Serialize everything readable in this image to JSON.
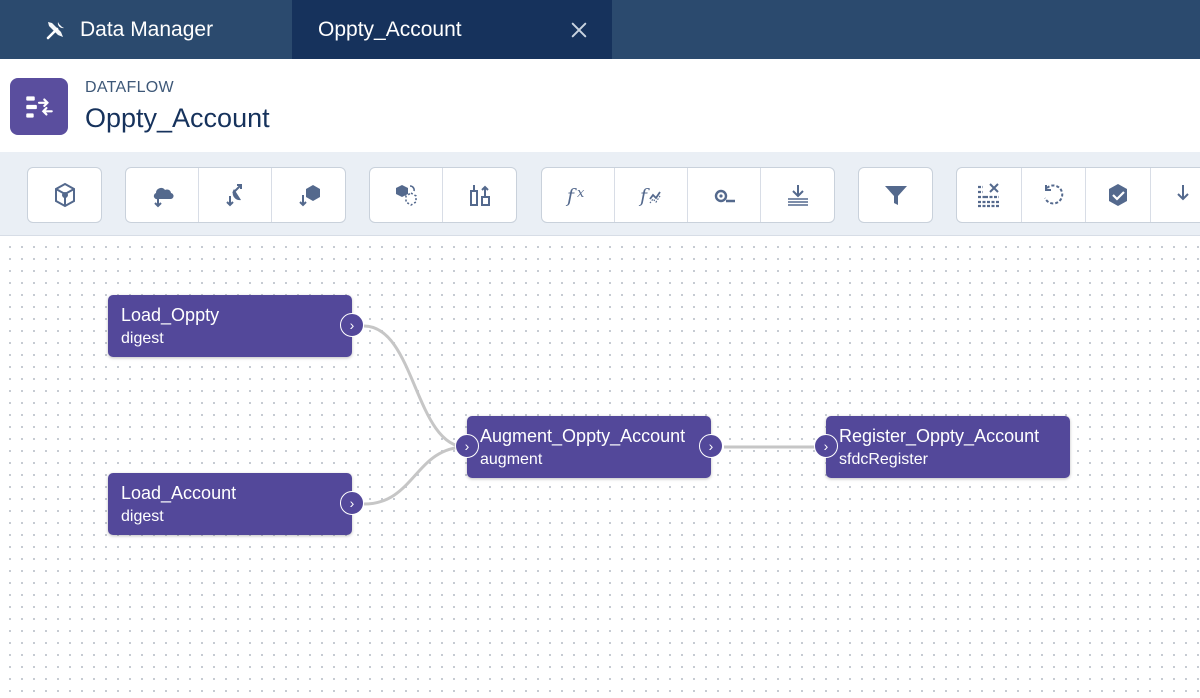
{
  "tabs": {
    "home_label": "Data Manager",
    "home_icon": "tools-icon",
    "active_label": "Oppty_Account",
    "close_icon": "close-icon"
  },
  "header": {
    "eyebrow": "DATAFLOW",
    "title": "Oppty_Account",
    "icon": "dataflow-icon"
  },
  "toolbar": {
    "groups": [
      [
        "dataset-icon"
      ],
      [
        "sfdc-digest-icon",
        "digest-icon",
        "edgemart-icon"
      ],
      [
        "append-icon",
        "augment-icon"
      ],
      [
        "compute-expression-icon",
        "compute-relative-icon",
        "dim2mea-icon",
        "flatten-icon"
      ],
      [
        "filter-icon"
      ],
      [
        "slice-dataset-icon",
        "update-icon",
        "sfdc-register-icon",
        "export-icon"
      ]
    ]
  },
  "nodes": [
    {
      "id": "load-oppty",
      "name": "Load_Oppty",
      "type": "digest"
    },
    {
      "id": "load-account",
      "name": "Load_Account",
      "type": "digest"
    },
    {
      "id": "augment",
      "name": "Augment_Oppty_Account",
      "type": "augment"
    },
    {
      "id": "register",
      "name": "Register_Oppty_Account",
      "type": "sfdcRegister"
    }
  ],
  "colors": {
    "tab_bar": "#2b4a6e",
    "tab_active": "#16325c",
    "node": "#53489a",
    "toolbar_icon": "#54698d"
  }
}
